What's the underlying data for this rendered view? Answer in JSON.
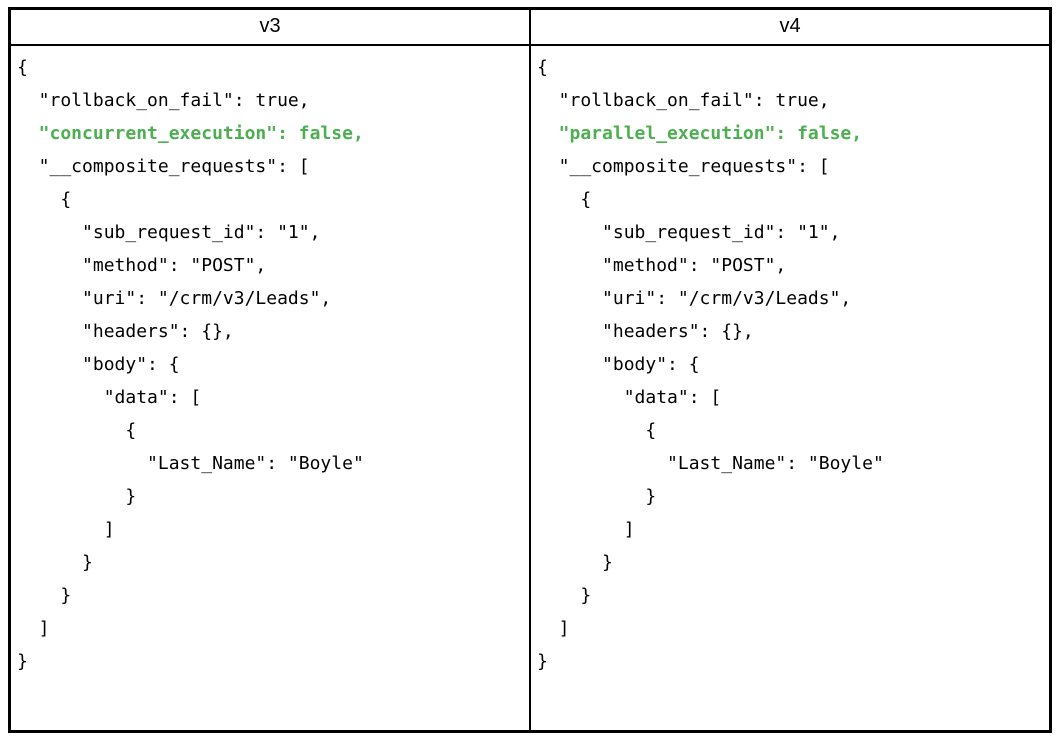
{
  "colors": {
    "highlight_green": "#4CAF50",
    "border": "#000000",
    "code_text": "#000000"
  },
  "table": {
    "columns": [
      {
        "header": "v3",
        "code_lines": [
          {
            "text": "{",
            "highlight": false
          },
          {
            "text": "  \"rollback_on_fail\": true,",
            "highlight": false
          },
          {
            "text": "  \"concurrent_execution\": false,",
            "highlight": true
          },
          {
            "text": "  \"__composite_requests\": [",
            "highlight": false
          },
          {
            "text": "    {",
            "highlight": false
          },
          {
            "text": "      \"sub_request_id\": \"1\",",
            "highlight": false
          },
          {
            "text": "      \"method\": \"POST\",",
            "highlight": false
          },
          {
            "text": "      \"uri\": \"/crm/v3/Leads\",",
            "highlight": false
          },
          {
            "text": "      \"headers\": {},",
            "highlight": false
          },
          {
            "text": "      \"body\": {",
            "highlight": false
          },
          {
            "text": "        \"data\": [",
            "highlight": false
          },
          {
            "text": "          {",
            "highlight": false
          },
          {
            "text": "            \"Last_Name\": \"Boyle\"",
            "highlight": false
          },
          {
            "text": "          }",
            "highlight": false
          },
          {
            "text": "        ]",
            "highlight": false
          },
          {
            "text": "      }",
            "highlight": false
          },
          {
            "text": "    }",
            "highlight": false
          },
          {
            "text": "  ]",
            "highlight": false
          },
          {
            "text": "}",
            "highlight": false
          }
        ]
      },
      {
        "header": "v4",
        "code_lines": [
          {
            "text": "{",
            "highlight": false
          },
          {
            "text": "  \"rollback_on_fail\": true,",
            "highlight": false
          },
          {
            "text": "  \"parallel_execution\": false,",
            "highlight": true
          },
          {
            "text": "  \"__composite_requests\": [",
            "highlight": false
          },
          {
            "text": "    {",
            "highlight": false
          },
          {
            "text": "      \"sub_request_id\": \"1\",",
            "highlight": false
          },
          {
            "text": "      \"method\": \"POST\",",
            "highlight": false
          },
          {
            "text": "      \"uri\": \"/crm/v3/Leads\",",
            "highlight": false
          },
          {
            "text": "      \"headers\": {},",
            "highlight": false
          },
          {
            "text": "      \"body\": {",
            "highlight": false
          },
          {
            "text": "        \"data\": [",
            "highlight": false
          },
          {
            "text": "          {",
            "highlight": false
          },
          {
            "text": "            \"Last_Name\": \"Boyle\"",
            "highlight": false
          },
          {
            "text": "          }",
            "highlight": false
          },
          {
            "text": "        ]",
            "highlight": false
          },
          {
            "text": "      }",
            "highlight": false
          },
          {
            "text": "    }",
            "highlight": false
          },
          {
            "text": "  ]",
            "highlight": false
          },
          {
            "text": "}",
            "highlight": false
          }
        ]
      }
    ]
  }
}
